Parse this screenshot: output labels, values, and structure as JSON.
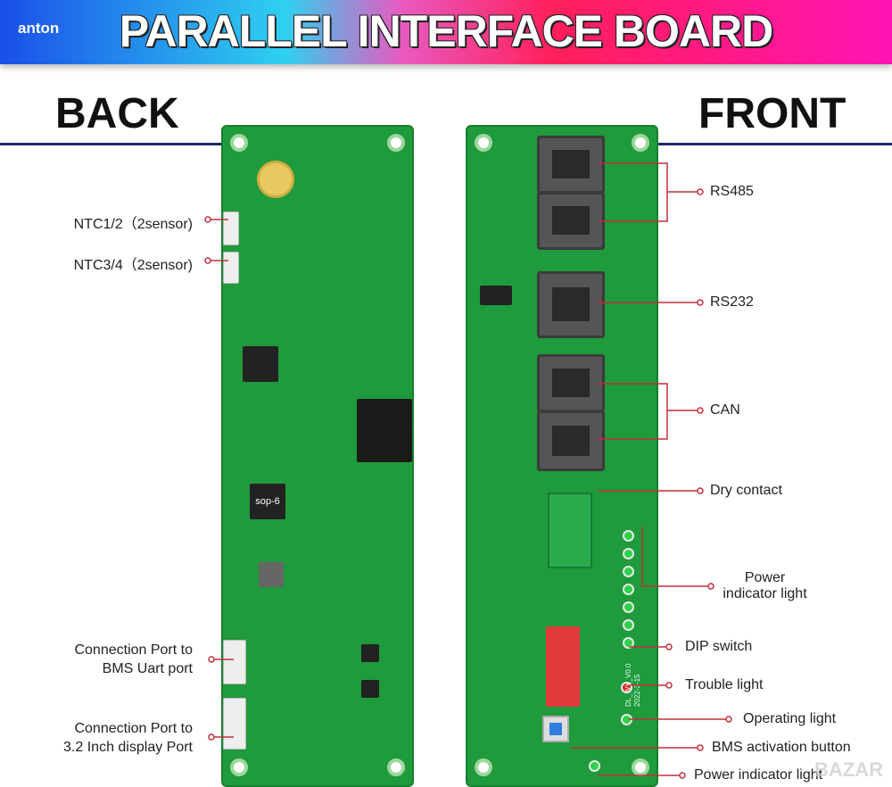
{
  "header": {
    "brand": "anton",
    "title": "PARALLEL INTERFACE BOARD"
  },
  "sides": {
    "back": "BACK",
    "front": "FRONT"
  },
  "back_labels": [
    {
      "text": "NTC1/2（2sensor)"
    },
    {
      "text": "NTC3/4（2sensor)"
    },
    {
      "line1": "Connection Port to",
      "line2": "BMS Uart port"
    },
    {
      "line1": "Connection Port to",
      "line2": "3.2 Inch display Port"
    }
  ],
  "front_labels": [
    {
      "text": "RS485"
    },
    {
      "text": "RS232"
    },
    {
      "text": "CAN"
    },
    {
      "text": "Dry contact"
    },
    {
      "line1": "Power",
      "line2": "indicator light"
    },
    {
      "text": "DIP switch"
    },
    {
      "text": "Trouble light"
    },
    {
      "text": "Operating light"
    },
    {
      "text": "BMS activation button"
    },
    {
      "text": "Power indicator light"
    }
  ],
  "board_silkscreen": {
    "chip": "sop-6",
    "version": "DL_WX_V0.0",
    "date": "2022-3-15"
  },
  "watermark": "BAZAR",
  "colors": {
    "pcb": "#1f9a3c",
    "leader": "#c0303a",
    "rule": "#1c2a6e"
  }
}
